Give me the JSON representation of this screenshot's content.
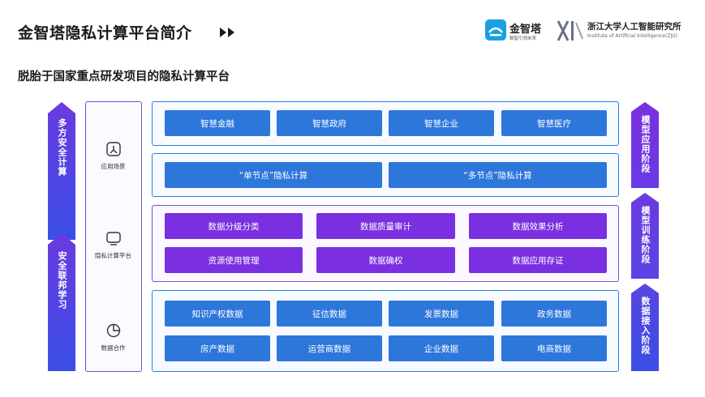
{
  "header": {
    "title": "金智塔隐私计算平台简介",
    "subtitle": "脱胎于国家重点研发项目的隐私计算平台"
  },
  "logos": {
    "jinzhita": {
      "name": "金智塔",
      "tagline": "数智引领未来"
    },
    "zju": {
      "name": "浙江大学人工智能研究所",
      "english": "Institute of Artificial Intelligence(ZJU)"
    }
  },
  "left_arrows": [
    {
      "label": "多方安全计算",
      "color": "#4a44e0"
    },
    {
      "label": "安全联邦学习",
      "color": "#4a44e0"
    }
  ],
  "right_arrows": [
    {
      "label": "模型应用阶段",
      "color": "#7a2fe0"
    },
    {
      "label": "模型训练阶段",
      "color": "#6a3ae0"
    },
    {
      "label": "数据接入阶段",
      "color": "#5a44e0"
    }
  ],
  "middle_column": {
    "items": [
      {
        "label": "应用场景",
        "icon": "person-icon"
      },
      {
        "label": "隐私计算平台",
        "icon": "monitor-icon"
      },
      {
        "label": "数据合作",
        "icon": "pie-chart-icon"
      }
    ]
  },
  "sections": {
    "applications": [
      "智慧金融",
      "智慧政府",
      "智慧企业",
      "智慧医疗"
    ],
    "computing": [
      "“单节点”隐私计算",
      "“多节点”隐私计算"
    ],
    "platform": [
      [
        "数据分级分类",
        "数据质量审计",
        "数据效果分析"
      ],
      [
        "资源使用管理",
        "数据确权",
        "数据应用存证"
      ]
    ],
    "data": [
      [
        "知识产权数据",
        "征信数据",
        "发票数据",
        "政务数据"
      ],
      [
        "房产数据",
        "运营商数据",
        "企业数据",
        "电商数据"
      ]
    ]
  },
  "colors": {
    "blue": "#2d77db",
    "violet": "#7a2fe0",
    "border_blue": "#2b7fe0",
    "border_purple": "#7a4dd6"
  }
}
